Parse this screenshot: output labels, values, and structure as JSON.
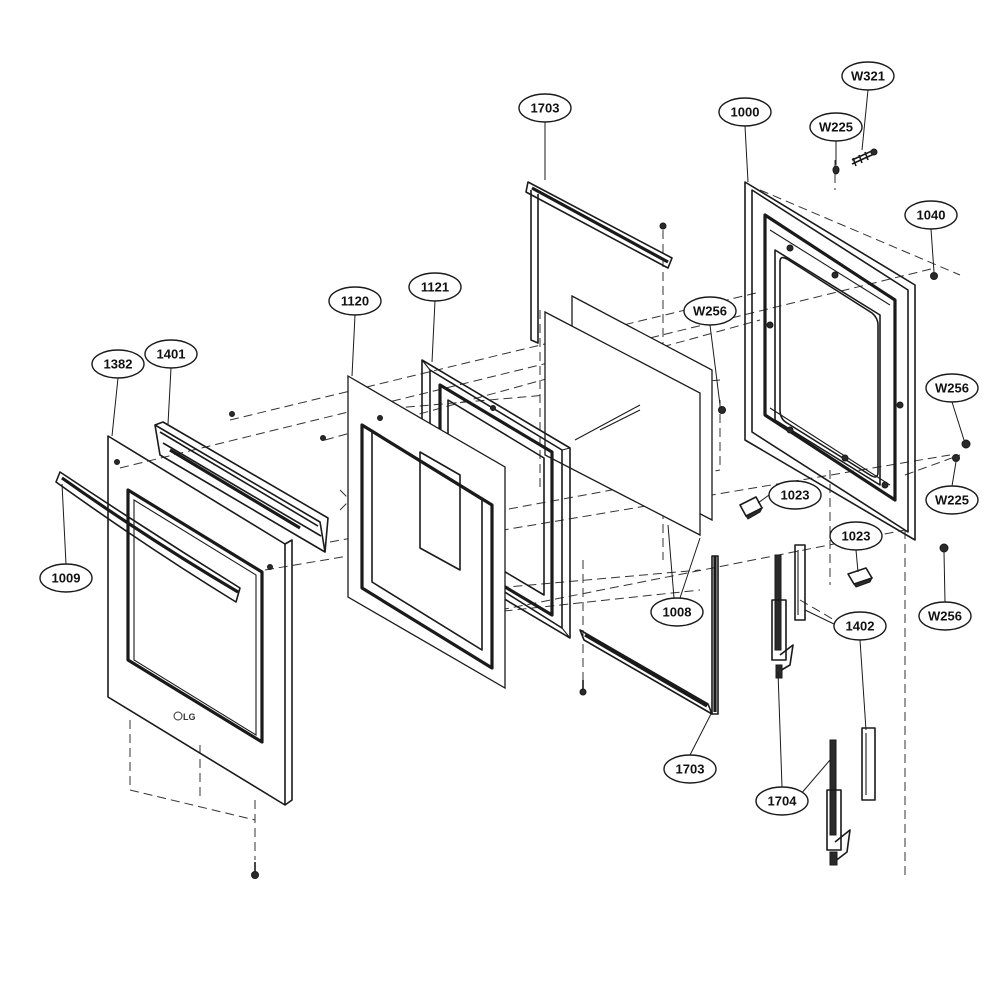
{
  "diagram": {
    "callouts": [
      {
        "id": "c-1703-top",
        "label": "1703"
      },
      {
        "id": "c-1000",
        "label": "1000"
      },
      {
        "id": "c-W321",
        "label": "W321"
      },
      {
        "id": "c-W225-top",
        "label": "W225"
      },
      {
        "id": "c-1040",
        "label": "1040"
      },
      {
        "id": "c-1120",
        "label": "1120"
      },
      {
        "id": "c-1121",
        "label": "1121"
      },
      {
        "id": "c-W256-mid",
        "label": "W256"
      },
      {
        "id": "c-1382",
        "label": "1382"
      },
      {
        "id": "c-1401",
        "label": "1401"
      },
      {
        "id": "c-W256-right",
        "label": "W256"
      },
      {
        "id": "c-W225-right",
        "label": "W225"
      },
      {
        "id": "c-1023-left",
        "label": "1023"
      },
      {
        "id": "c-1023-right",
        "label": "1023"
      },
      {
        "id": "c-1009",
        "label": "1009"
      },
      {
        "id": "c-1008",
        "label": "1008"
      },
      {
        "id": "c-W256-bottom",
        "label": "W256"
      },
      {
        "id": "c-1402",
        "label": "1402"
      },
      {
        "id": "c-1703-bottom",
        "label": "1703"
      },
      {
        "id": "c-1704",
        "label": "1704"
      }
    ],
    "logo_text": "LG"
  }
}
